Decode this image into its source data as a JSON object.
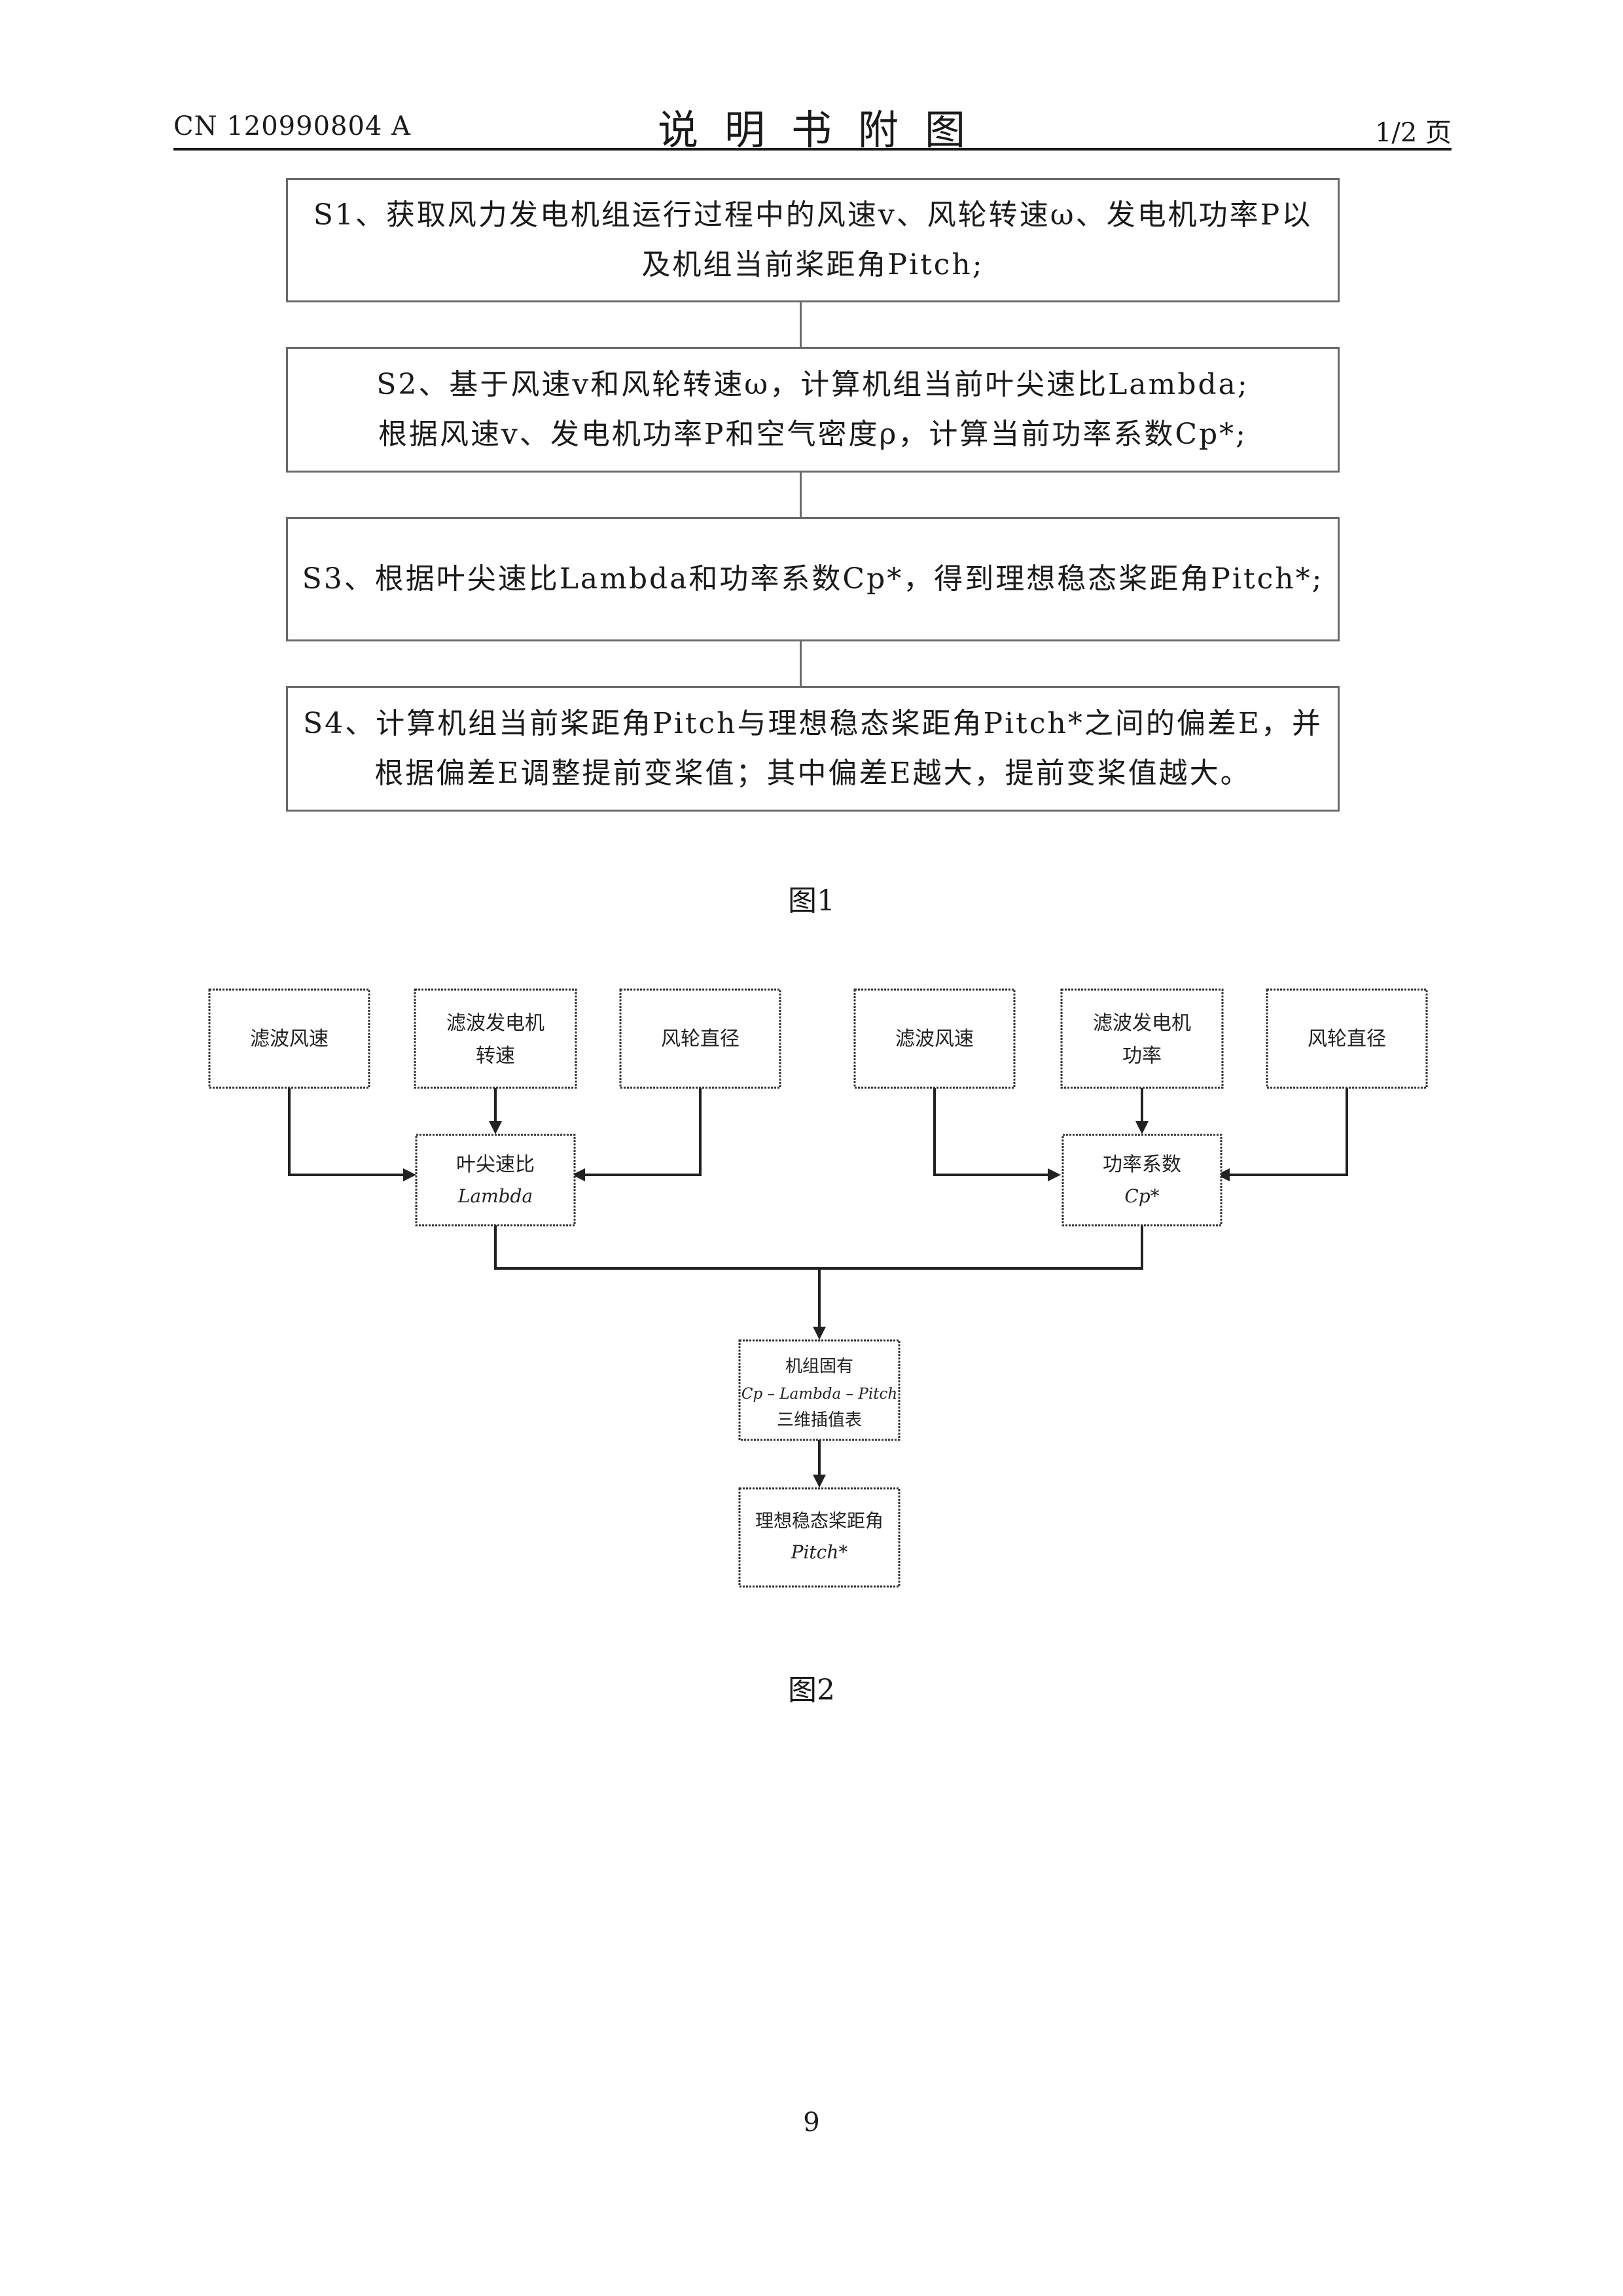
{
  "header": {
    "doc_number": "CN 120990804 A",
    "title": "说明书附图",
    "page_of": "1/2 页"
  },
  "figure1": {
    "steps": [
      {
        "line1": "S1、获取风力发电机组运行过程中的风速v、风轮转速ω、发电机功率P以",
        "line2": "及机组当前桨距角Pitch;"
      },
      {
        "line1": "S2、基于风速v和风轮转速ω，计算机组当前叶尖速比Lambda;",
        "line2": "根据风速v、发电机功率P和空气密度ρ，计算当前功率系数Cp*;"
      },
      {
        "line1": "S3、根据叶尖速比Lambda和功率系数Cp*，得到理想稳态桨距角Pitch*;",
        "line2": ""
      },
      {
        "line1": "S4、计算机组当前桨距角Pitch与理想稳态桨距角Pitch*之间的偏差E，并",
        "line2": "根据偏差E调整提前变桨值；其中偏差E越大，提前变桨值越大。"
      }
    ],
    "caption": "图1"
  },
  "figure2": {
    "inputs_left": [
      {
        "line1": "滤波风速",
        "line2": ""
      },
      {
        "line1": "滤波发电机",
        "line2": "转速"
      },
      {
        "line1": "风轮直径",
        "line2": ""
      }
    ],
    "inputs_right": [
      {
        "line1": "滤波风速",
        "line2": ""
      },
      {
        "line1": "滤波发电机",
        "line2": "功率"
      },
      {
        "line1": "风轮直径",
        "line2": ""
      }
    ],
    "lambda_node": {
      "line1": "叶尖速比",
      "line2": "Lambda"
    },
    "cp_node": {
      "line1": "功率系数",
      "line2": "Cp*"
    },
    "table_node": {
      "line1": "机组固有",
      "line2": "Cp – Lambda – Pitch",
      "line3": "三维插值表"
    },
    "pitch_node": {
      "line1": "理想稳态桨距角",
      "line2": "Pitch*"
    },
    "caption": "图2"
  },
  "page_number": "9"
}
